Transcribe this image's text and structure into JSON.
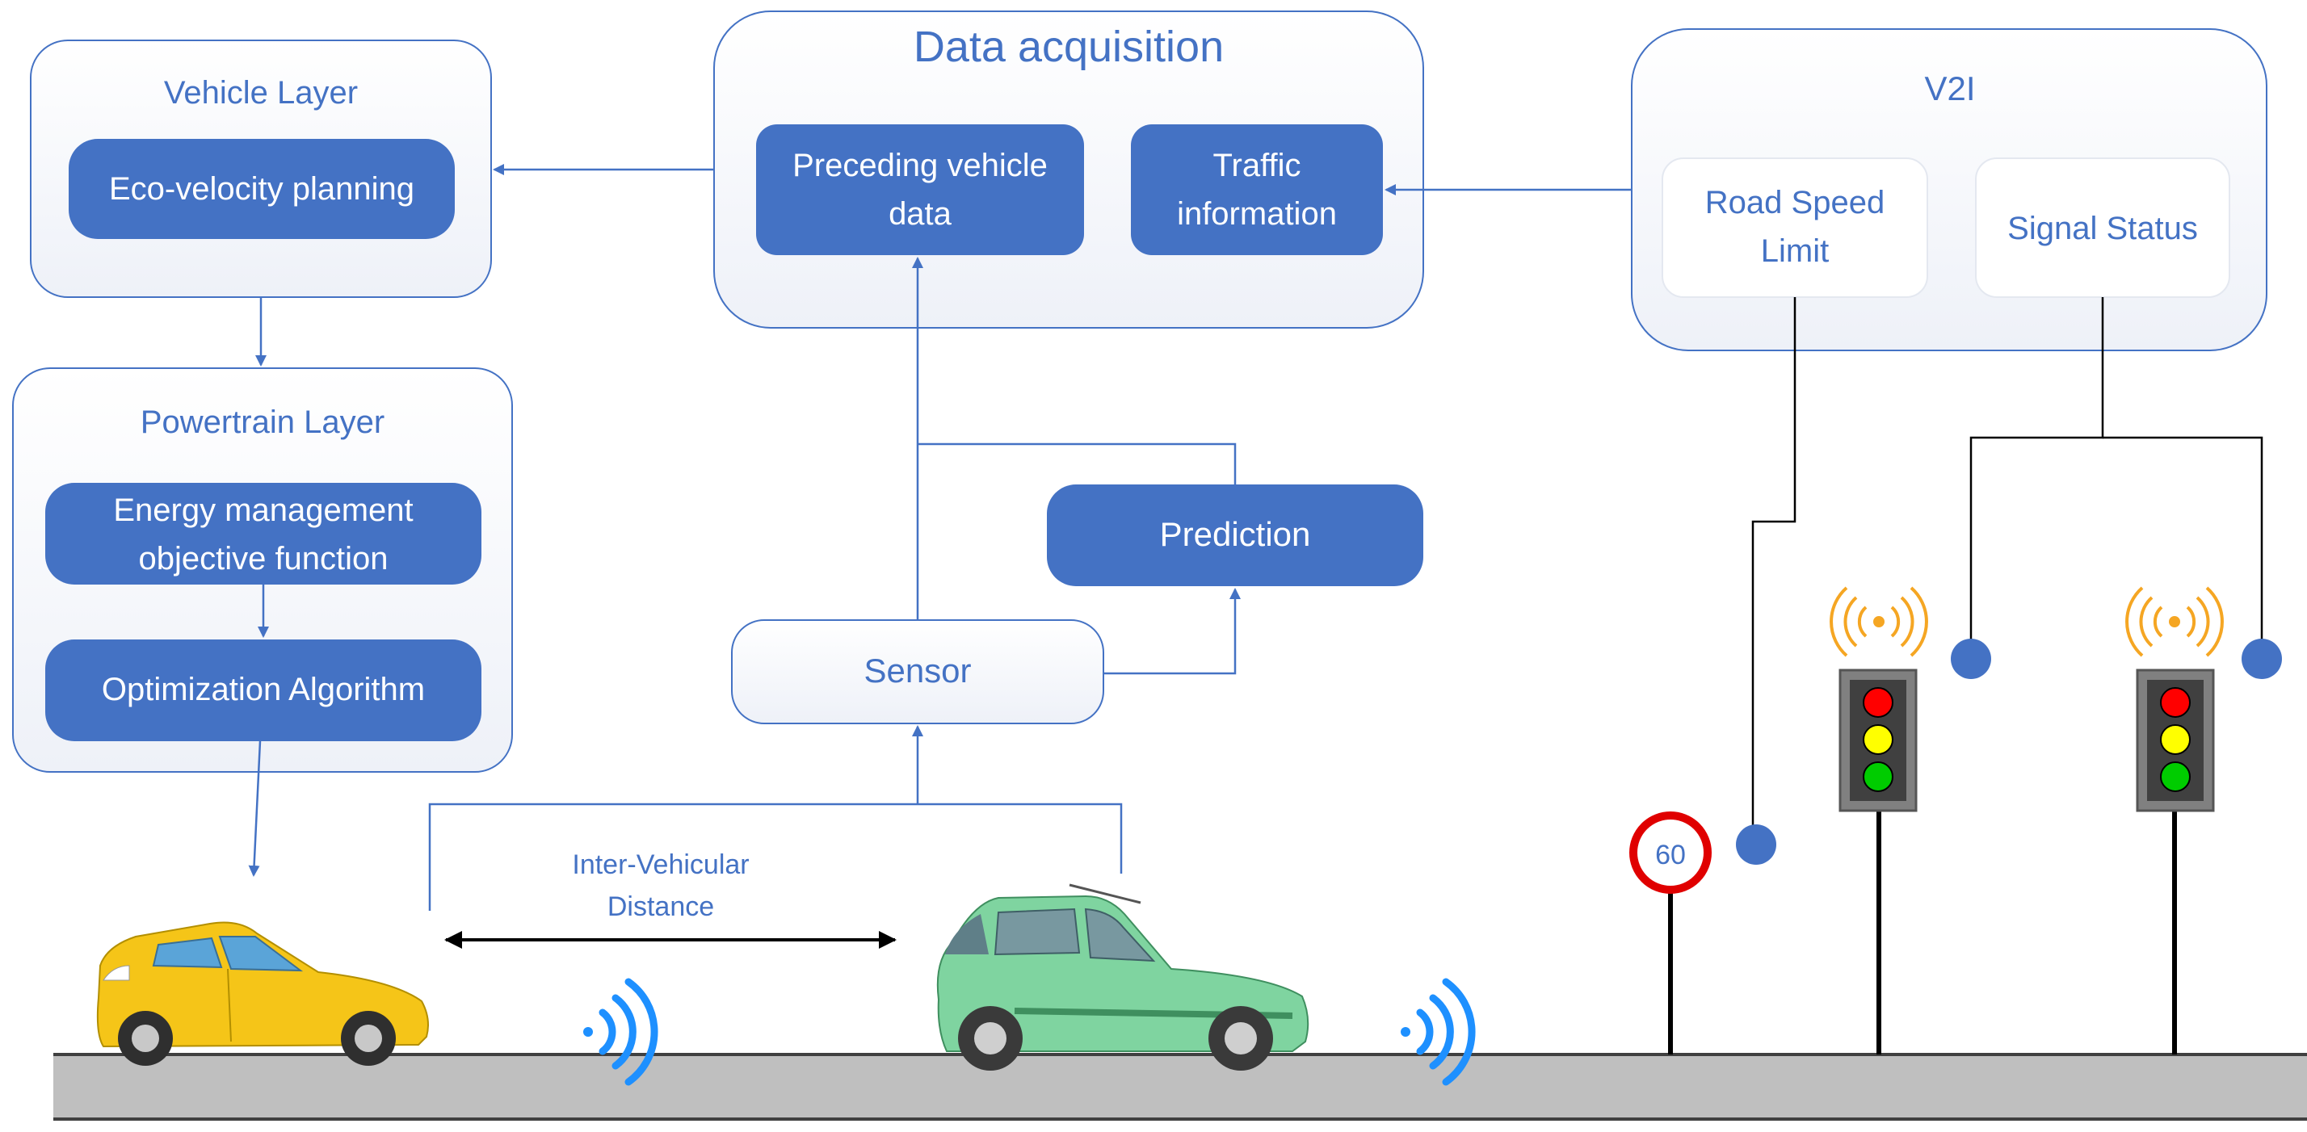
{
  "panels": {
    "vehicle_layer": {
      "title": "Vehicle Layer",
      "box": "Eco-velocity planning"
    },
    "powertrain_layer": {
      "title": "Powertrain Layer",
      "box1_line1": "Energy management",
      "box1_line2": "objective function",
      "box2": "Optimization Algorithm"
    },
    "data_acquisition": {
      "title": "Data acquisition",
      "box1_line1": "Preceding vehicle",
      "box1_line2": "data",
      "box2_line1": "Traffic",
      "box2_line2": "information"
    },
    "v2i": {
      "title": "V2I",
      "box1_line1": "Road Speed",
      "box1_line2": "Limit",
      "box2": "Signal Status"
    }
  },
  "prediction": "Prediction",
  "sensor": "Sensor",
  "distance_label_line1": "Inter-Vehicular",
  "distance_label_line2": "Distance",
  "speed_sign": "60",
  "colors": {
    "accent": "#4472c4",
    "panel_border": "#4472c4",
    "road": "#bfbfbf",
    "ego_car": "#f5c518",
    "preceding_car": "#7fd4a0",
    "signal_red": "#ff0000",
    "signal_yellow": "#ffff00",
    "signal_green": "#00cc00"
  }
}
